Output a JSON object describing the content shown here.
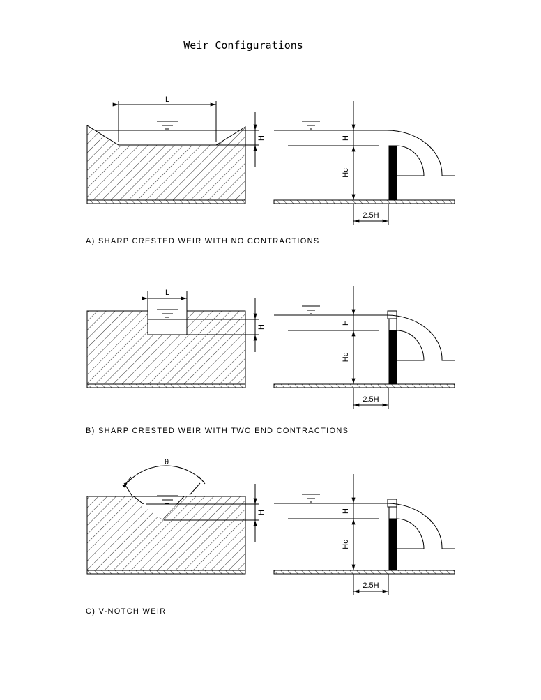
{
  "title": "Weir Configurations",
  "panels": [
    {
      "caption": "A) SHARP CRESTED WEIR WITH NO CONTRACTIONS",
      "front_dim_top": "L",
      "front_dim_side": "H",
      "side_h": "H",
      "side_hc": "Hc",
      "side_dist": "2.5H"
    },
    {
      "caption": "B) SHARP CRESTED WEIR WITH TWO END CONTRACTIONS",
      "front_dim_top": "L",
      "front_dim_side": "H",
      "side_h": "H",
      "side_hc": "Hc",
      "side_dist": "2.5H"
    },
    {
      "caption": "C) V-NOTCH WEIR",
      "front_dim_top": "θ",
      "front_dim_side": "H",
      "side_h": "H",
      "side_hc": "Hc",
      "side_dist": "2.5H"
    }
  ],
  "colors": {
    "line": "#000000",
    "background": "#ffffff"
  }
}
